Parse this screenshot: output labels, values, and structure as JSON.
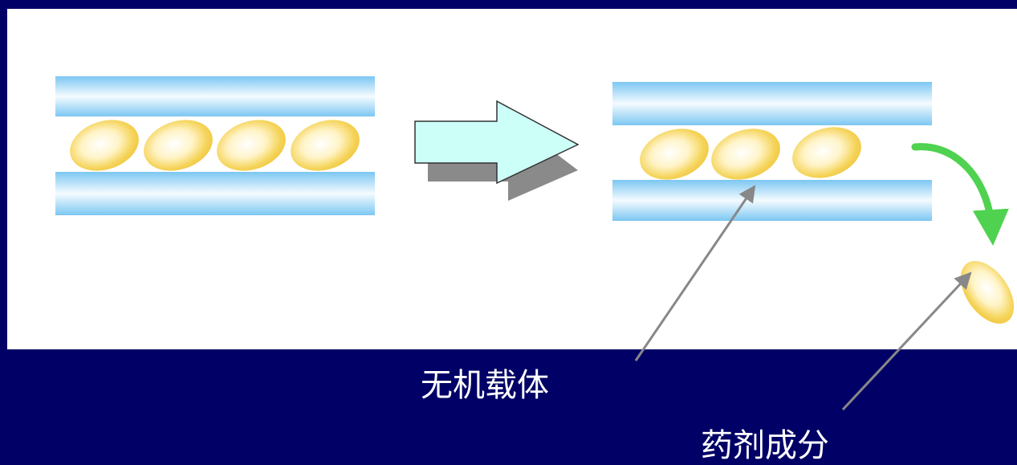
{
  "labels": {
    "carrier": "无机载体",
    "drug": "药剂成分"
  },
  "colors": {
    "background": "#000066",
    "panel": "#ffffff",
    "layer": "#7cc7f2",
    "particle": "#f3cf55",
    "transition_arrow_fill": "#ccfff8",
    "transition_arrow_shadow": "#8a8a8a",
    "release_arrow": "#4fd24f",
    "pointer": "#888888"
  },
  "icons": {
    "transition_arrow": "right-arrow-icon",
    "release_arrow": "curved-arrow-icon"
  },
  "stages": {
    "before": {
      "particle_count": 4
    },
    "after": {
      "particle_count": 3,
      "released_count": 1
    }
  }
}
